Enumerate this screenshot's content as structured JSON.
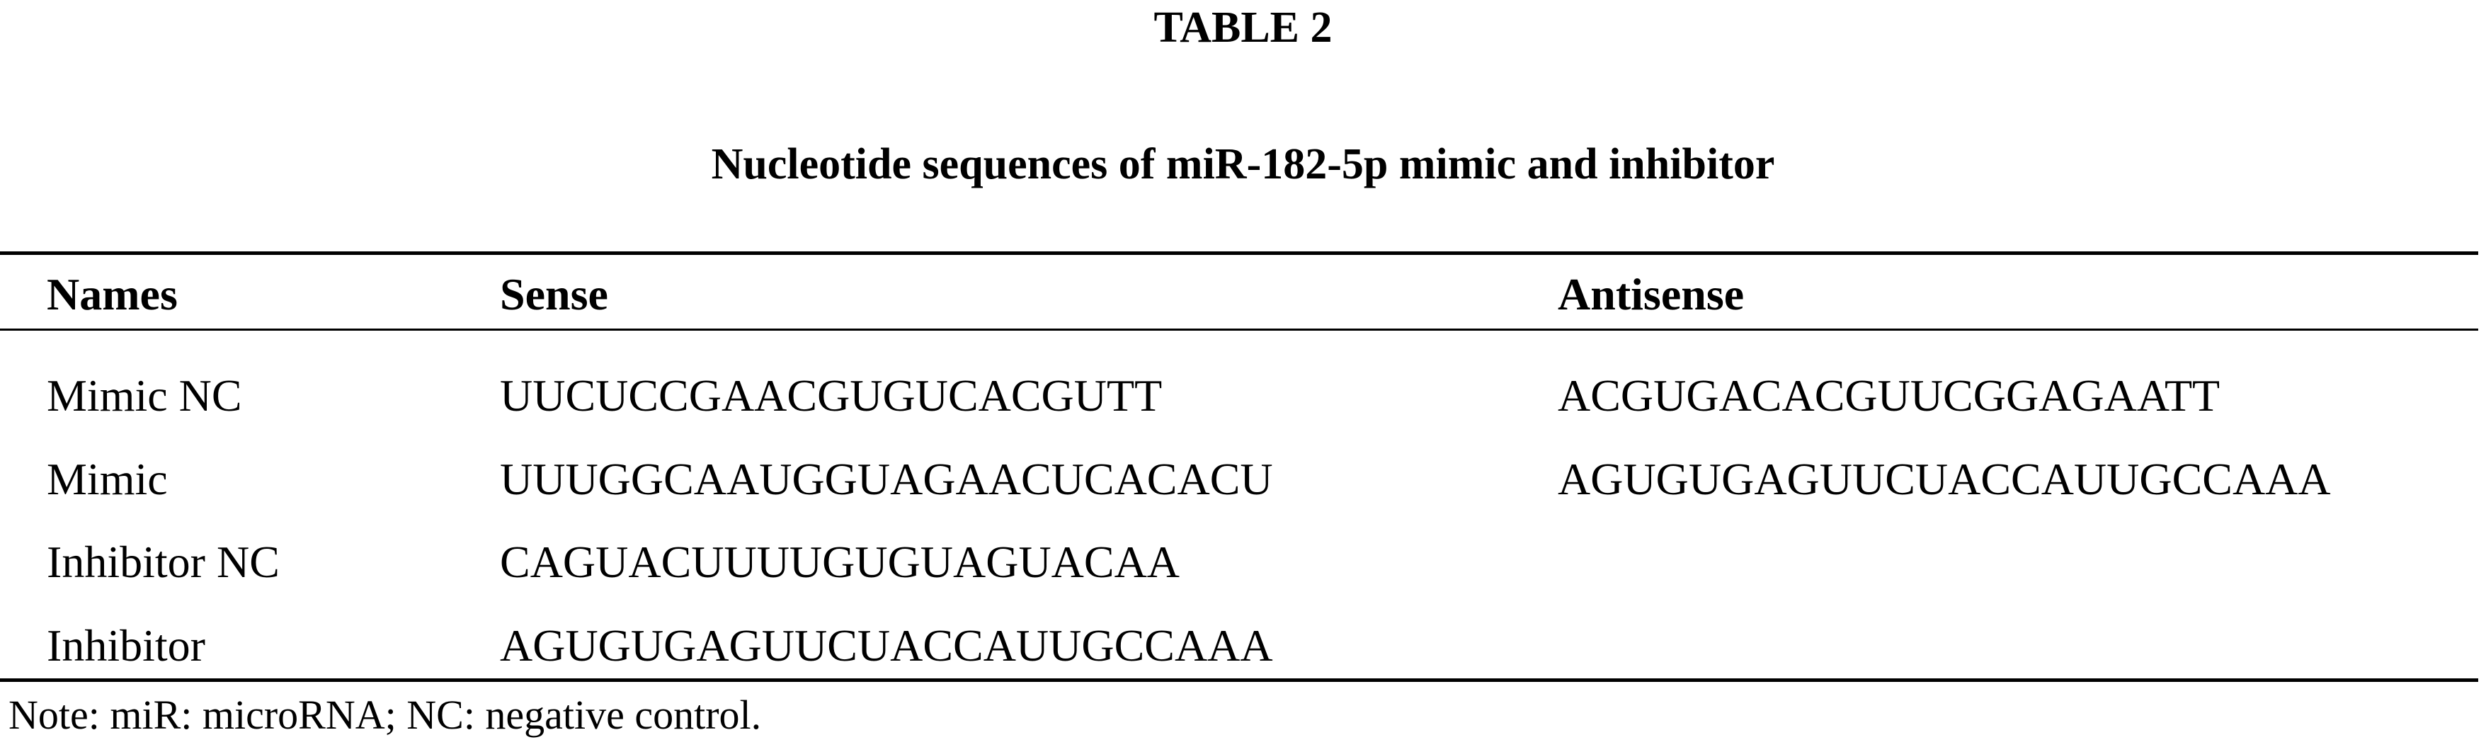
{
  "table": {
    "label": "TABLE 2",
    "caption": "Nucleotide sequences of miR-182-5p mimic and inhibitor",
    "columns": [
      "Names",
      "Sense",
      "Antisense"
    ],
    "rows": [
      {
        "name": "Mimic NC",
        "sense": "UUCUCCGAACGUGUCACGUTT",
        "antisense": "ACGUGACACGUUCGGAGAATT"
      },
      {
        "name": "Mimic",
        "sense": "UUUGGCAAUGGUAGAACUCACACU",
        "antisense": "AGUGUGAGUUCUACCAUUGCCAAA"
      },
      {
        "name": "Inhibitor NC",
        "sense": "CAGUACUUUUGUGUAGUACAA",
        "antisense": ""
      },
      {
        "name": "Inhibitor",
        "sense": "AGUGUGAGUUCUACCAUUGCCAAA",
        "antisense": ""
      }
    ],
    "note": "Note: miR: microRNA; NC: negative control."
  }
}
